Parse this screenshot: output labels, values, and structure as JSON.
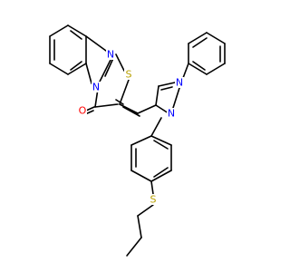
{
  "colors": {
    "background": "#ffffff",
    "bond": "#000000",
    "N": "#0000ff",
    "S": "#b8a000",
    "O": "#ff0000"
  },
  "atoms": [
    {
      "id": "n_imid",
      "element": "N",
      "label": "N"
    },
    {
      "id": "s_thiaz",
      "element": "S",
      "label": "S"
    },
    {
      "id": "o_carbonyl",
      "element": "O",
      "label": "O"
    },
    {
      "id": "n_pyr1",
      "element": "N",
      "label": "N"
    },
    {
      "id": "n_pyr2",
      "element": "N",
      "label": "N"
    },
    {
      "id": "n_bridge",
      "element": "N",
      "label": "N"
    },
    {
      "id": "s_thioether",
      "element": "S",
      "label": "S"
    }
  ]
}
